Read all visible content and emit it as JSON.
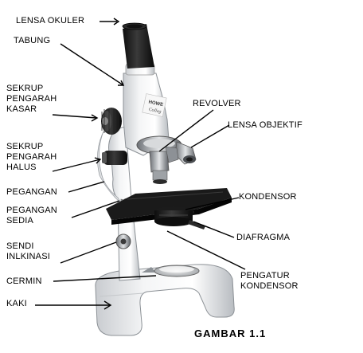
{
  "labels": {
    "lensa_okuler": "LENSA OKULER",
    "tabung": "TABUNG",
    "sekrup_kasar": "SEKRUP\nPENGARAH\nKASAR",
    "revolver": "REVOLVER",
    "lensa_objektif": "LENSA OBJEKTIF",
    "sekrup_halus": "SEKRUP\nPENGARAH\nHALUS",
    "pegangan": "PEGANGAN",
    "kondensor": "KONDENSOR",
    "pegangan_sedia": "PEGANGAN\nSEDIA",
    "diafragma": "DIAFRAGMA",
    "sendi_inklinasi": "SENDI\nINLKINASI",
    "pengatur_kondensor": "PENGATUR\nKONDENSOR",
    "cermin": "CERMIN",
    "kaki": "KAKI"
  },
  "caption": "GAMBAR 1.1",
  "brand": {
    "line1": "HOWE",
    "line2": "Colleg"
  }
}
